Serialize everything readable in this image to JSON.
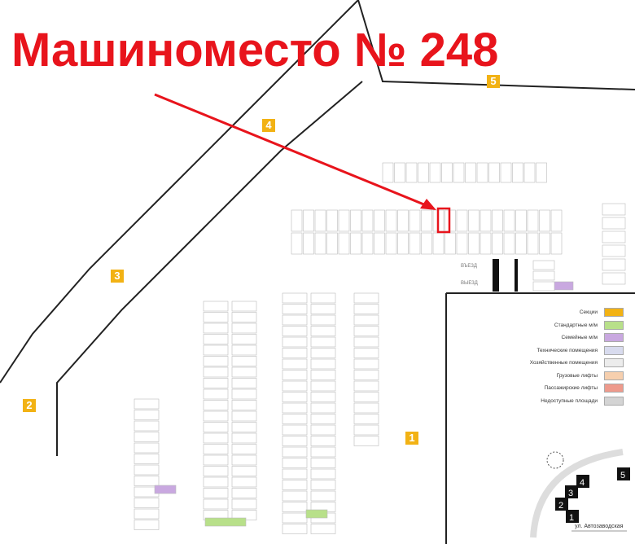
{
  "title": "Машиноместо № 248",
  "highlight_color": "#e8141c",
  "sections": [
    "1",
    "2",
    "3",
    "4",
    "5"
  ],
  "section_color": "#f2b214",
  "roads": {
    "exit": "ВЪЕЗД",
    "entry": "ВЫЕЗД"
  },
  "legend": [
    {
      "label": "Секции",
      "color": "#f2b214"
    },
    {
      "label": "Стандартные м/м",
      "color": "#b8e08a"
    },
    {
      "label": "Семейные м/м",
      "color": "#c9a8e0"
    },
    {
      "label": "Технические помещения",
      "color": "#d8dbee"
    },
    {
      "label": "Хозяйственные помещения",
      "color": "#ececec"
    },
    {
      "label": "Грузовые лифты",
      "color": "#f6cfae"
    },
    {
      "label": "Пассажирские лифты",
      "color": "#ee9a8c"
    },
    {
      "label": "Недоступные площади",
      "color": "#d4d4d4"
    }
  ],
  "minimap": {
    "street": "ул. Автозаводская",
    "buildings": [
      "1",
      "2",
      "3",
      "4",
      "5"
    ]
  }
}
